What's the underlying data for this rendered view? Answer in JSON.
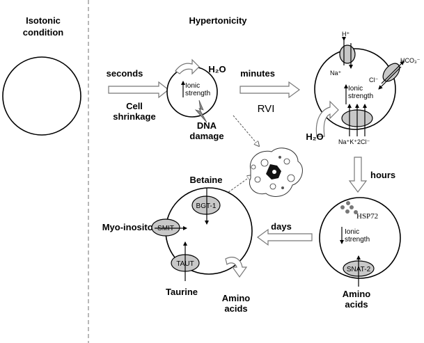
{
  "left": {
    "title_line1": "Isotonic",
    "title_line2": "condition"
  },
  "header": {
    "title": "Hypertonicity"
  },
  "step1": {
    "time": "seconds",
    "label_line1": "Cell",
    "label_line2": "shrinkage"
  },
  "cell1": {
    "water": "H₂O",
    "ionic_line1": "Ionic",
    "ionic_line2": "strength",
    "dna_line1": "DNA",
    "dna_line2": "damage"
  },
  "step2": {
    "time": "minutes",
    "label": "RVI"
  },
  "cell2": {
    "h_plus": "H⁺",
    "na_plus": "Na⁺",
    "cl_minus": "Cl⁻",
    "hco3": "HCO₃⁻",
    "ionic_line1": "Ionic",
    "ionic_line2": "strength",
    "water": "H₂O",
    "nkcc": "Na⁺K⁺2Cl⁻"
  },
  "step3": {
    "time": "hours"
  },
  "cell3": {
    "hsp": "HSP72",
    "ionic_line1": "Ionic",
    "ionic_line2": "strength",
    "transporter": "SNAT-2",
    "amino_line1": "Amino",
    "amino_line2": "acids"
  },
  "step4": {
    "time": "days"
  },
  "cell4": {
    "betaine": "Betaine",
    "bgt": "BGT-1",
    "myo": "Myo-inositol",
    "smit": "SMIT",
    "taut": "TAUT",
    "taurine": "Taurine",
    "amino_line1": "Amino",
    "amino_line2": "acids"
  }
}
